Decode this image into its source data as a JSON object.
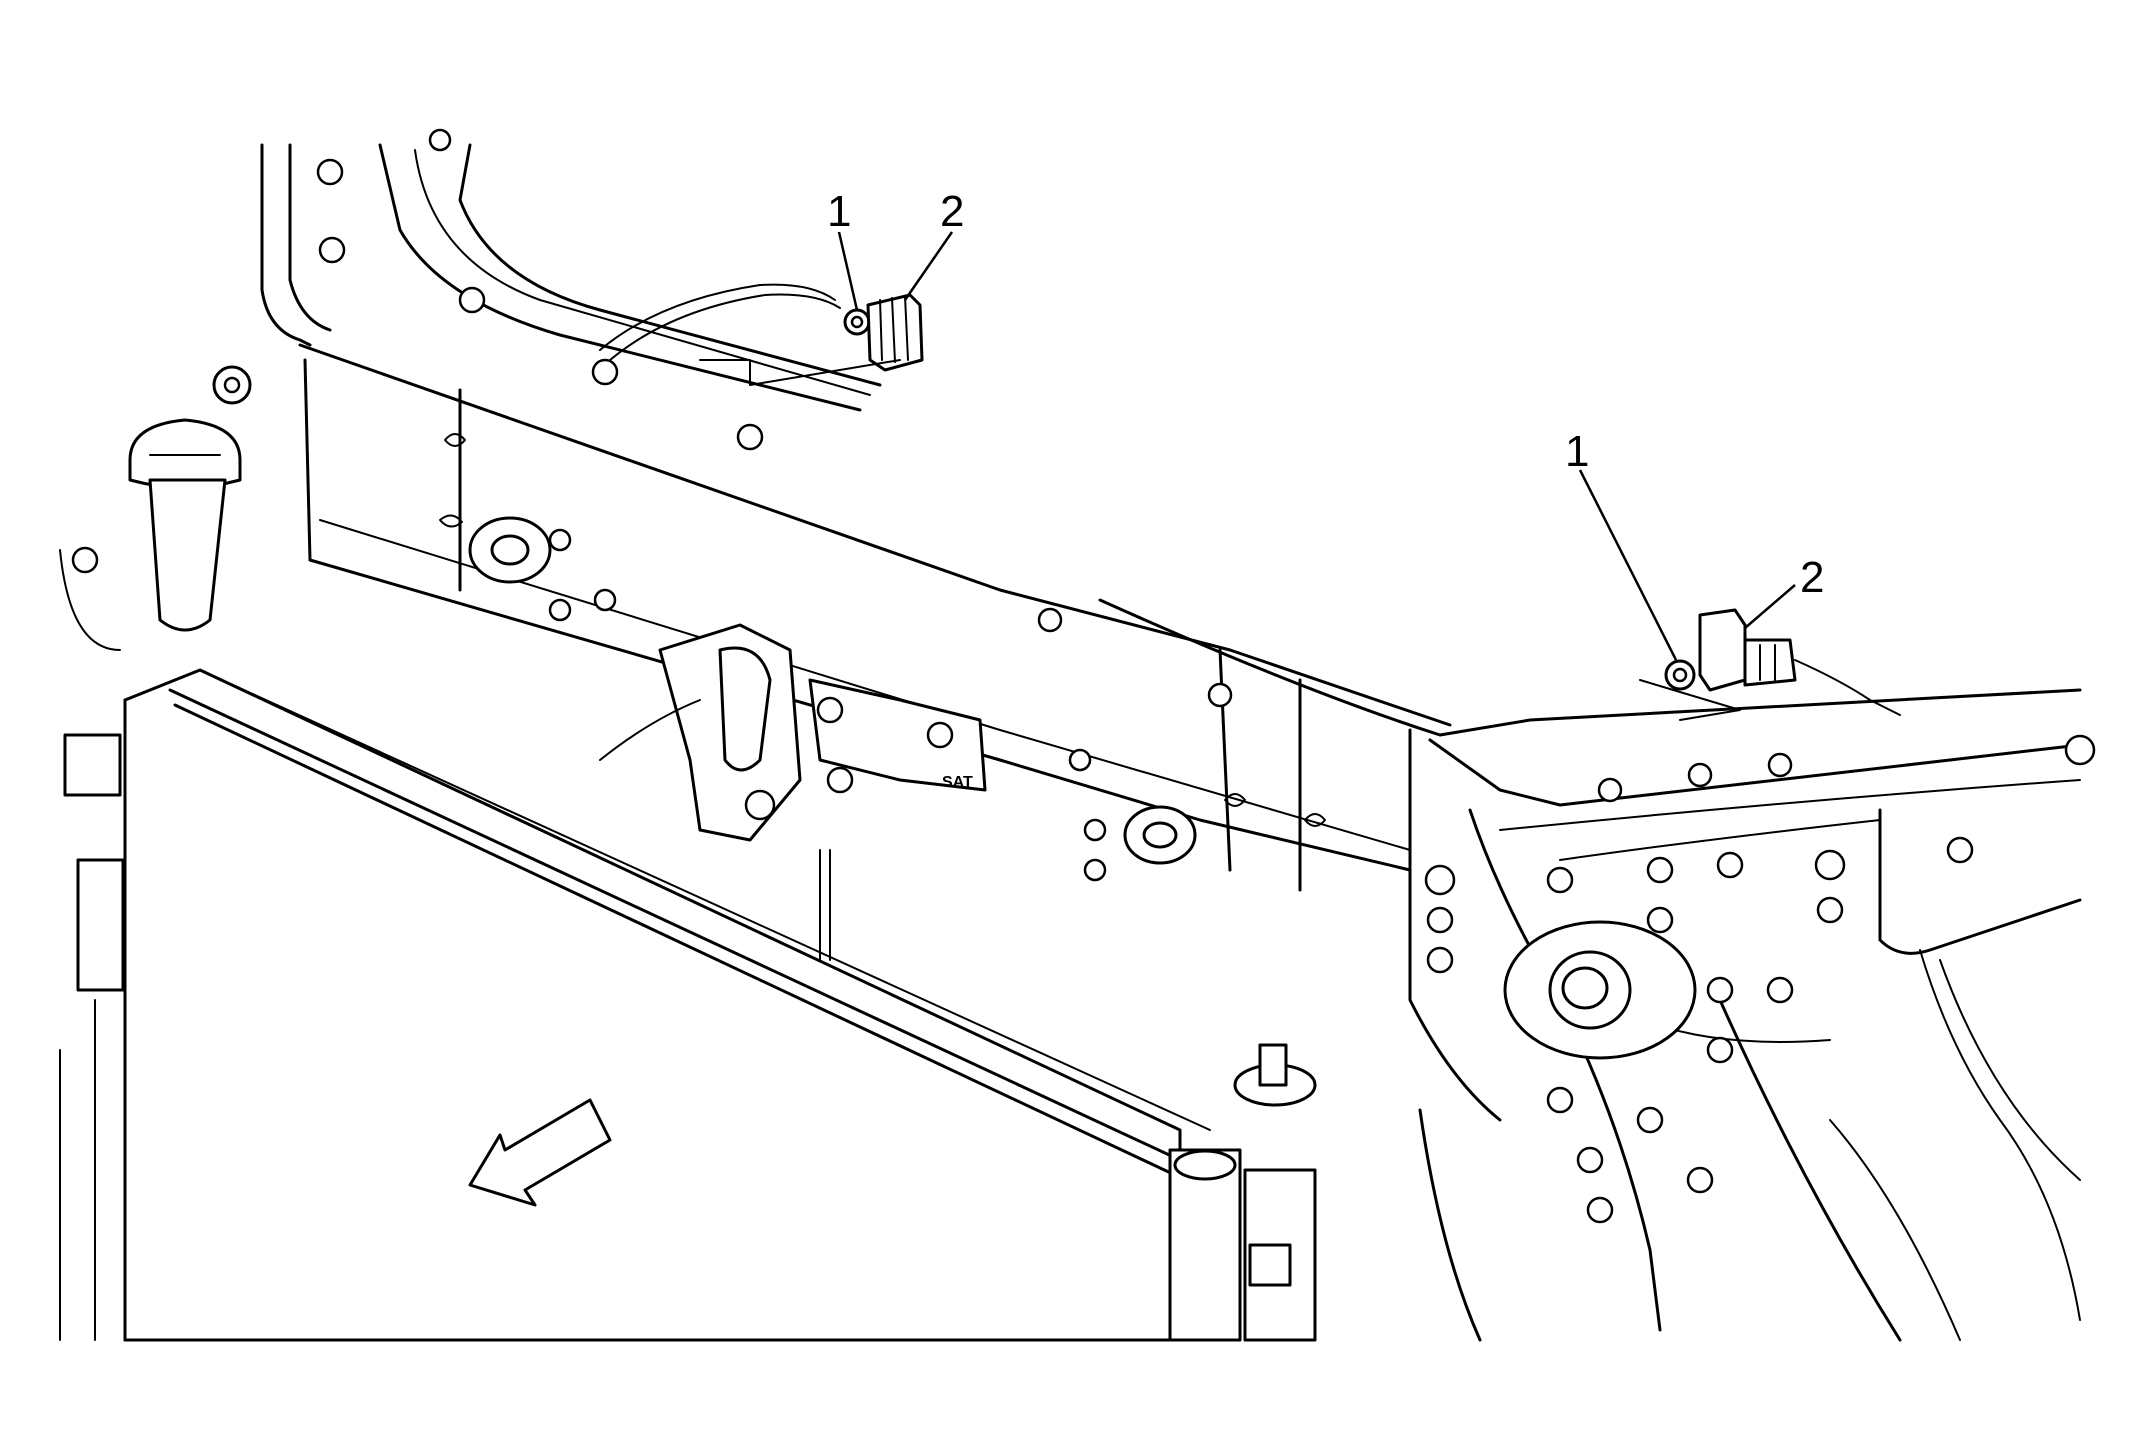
{
  "diagram": {
    "callouts": [
      {
        "id": "upper-left-1",
        "label": "1"
      },
      {
        "id": "upper-left-2",
        "label": "2"
      },
      {
        "id": "right-1",
        "label": "1"
      },
      {
        "id": "right-2",
        "label": "2"
      }
    ],
    "stamp_text": "SAT",
    "line_color": "#000000",
    "background_color": "#ffffff"
  }
}
